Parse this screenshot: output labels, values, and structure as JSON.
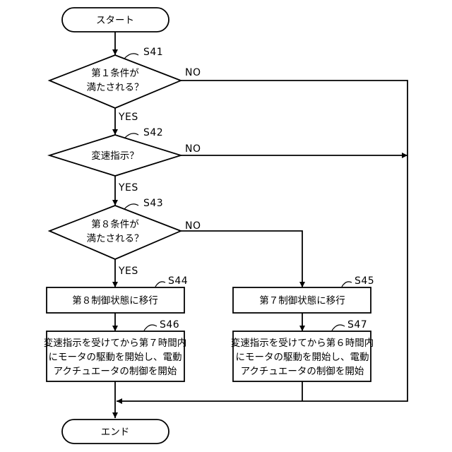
{
  "flowchart": {
    "start": "スタート",
    "end": "エンド",
    "s41": {
      "id": "S41",
      "line1": "第１条件が",
      "line2": "満たされる？"
    },
    "s42": {
      "id": "S42",
      "text": "変速指示？"
    },
    "s43": {
      "id": "S43",
      "line1": "第８条件が",
      "line2": "満たされる？"
    },
    "s44": {
      "id": "S44",
      "text": "第８制御状態に移行"
    },
    "s45": {
      "id": "S45",
      "text": "第７制御状態に移行"
    },
    "s46": {
      "id": "S46",
      "line1": "変速指示を受けてから第７時間内",
      "line2": "にモータの駆動を開始し、電動",
      "line3": "アクチュエータの制御を開始"
    },
    "s47": {
      "id": "S47",
      "line1": "変速指示を受けてから第６時間内",
      "line2": "にモータの駆動を開始し、電動",
      "line3": "アクチュエータの制御を開始"
    },
    "labels": {
      "yes": "YES",
      "no": "NO"
    }
  }
}
